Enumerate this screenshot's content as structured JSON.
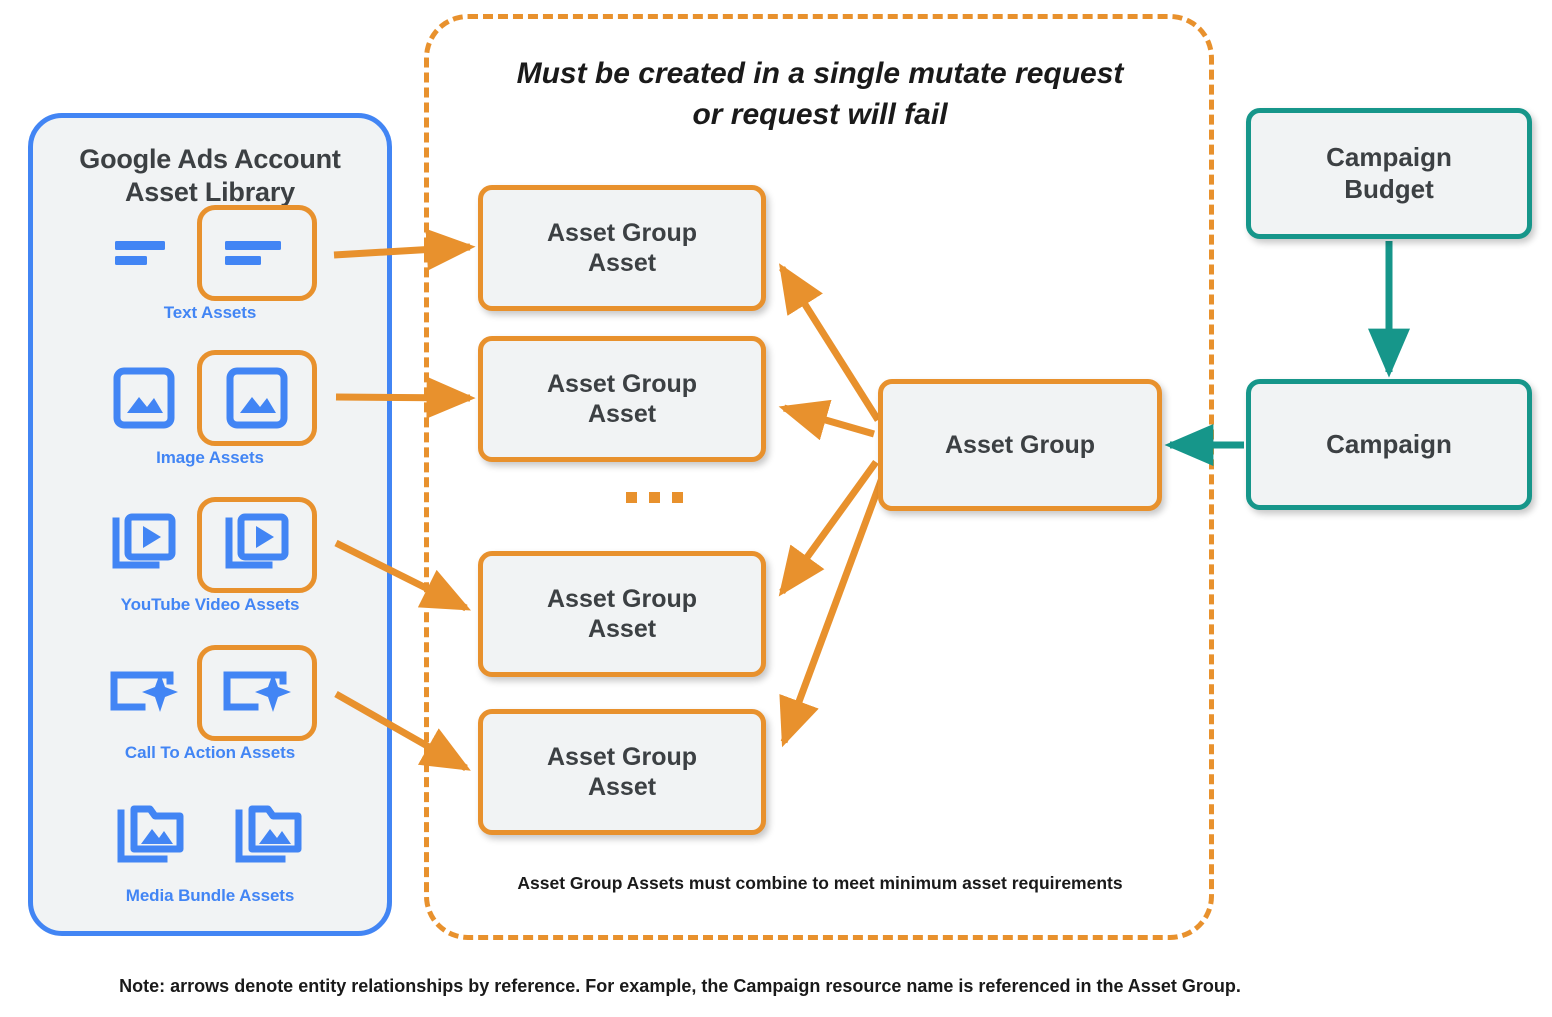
{
  "diagram": {
    "title": "Google Ads Performance Max asset group structure",
    "colors": {
      "blue": "#4285F4",
      "orange": "#E8912D",
      "teal": "#16968A",
      "node_fill": "#f1f3f4",
      "text_dark": "#3c4043"
    }
  },
  "library": {
    "title_line1": "Google Ads Account",
    "title_line2": "Asset Library",
    "assets": [
      {
        "label": "Text Assets",
        "icon": "text-lines-icon",
        "highlighted": true
      },
      {
        "label": "Image Assets",
        "icon": "image-icon",
        "highlighted": true
      },
      {
        "label": "YouTube Video  Assets",
        "icon": "video-stack-icon",
        "highlighted": true
      },
      {
        "label": "Call To Action Assets",
        "icon": "call-to-action-icon",
        "highlighted": true
      },
      {
        "label": "Media Bundle  Assets",
        "icon": "media-bundle-icon",
        "highlighted": false
      }
    ]
  },
  "mutate_group": {
    "title_line1": "Must be created in a single mutate request",
    "title_line2": "or request will fail",
    "footnote": "Asset Group Assets must combine to meet minimum asset requirements",
    "asset_group_assets": [
      {
        "line1": "Asset Group",
        "line2": "Asset"
      },
      {
        "line1": "Asset Group",
        "line2": "Asset"
      },
      {
        "line1": "Asset Group",
        "line2": "Asset"
      },
      {
        "line1": "Asset Group",
        "line2": "Asset"
      }
    ],
    "ellipsis": "..."
  },
  "nodes": {
    "asset_group": "Asset Group",
    "campaign_budget_line1": "Campaign",
    "campaign_budget_line2": "Budget",
    "campaign": "Campaign"
  },
  "note": "Note: arrows denote entity relationships by reference. For example, the Campaign resource name is referenced in the Asset Group."
}
